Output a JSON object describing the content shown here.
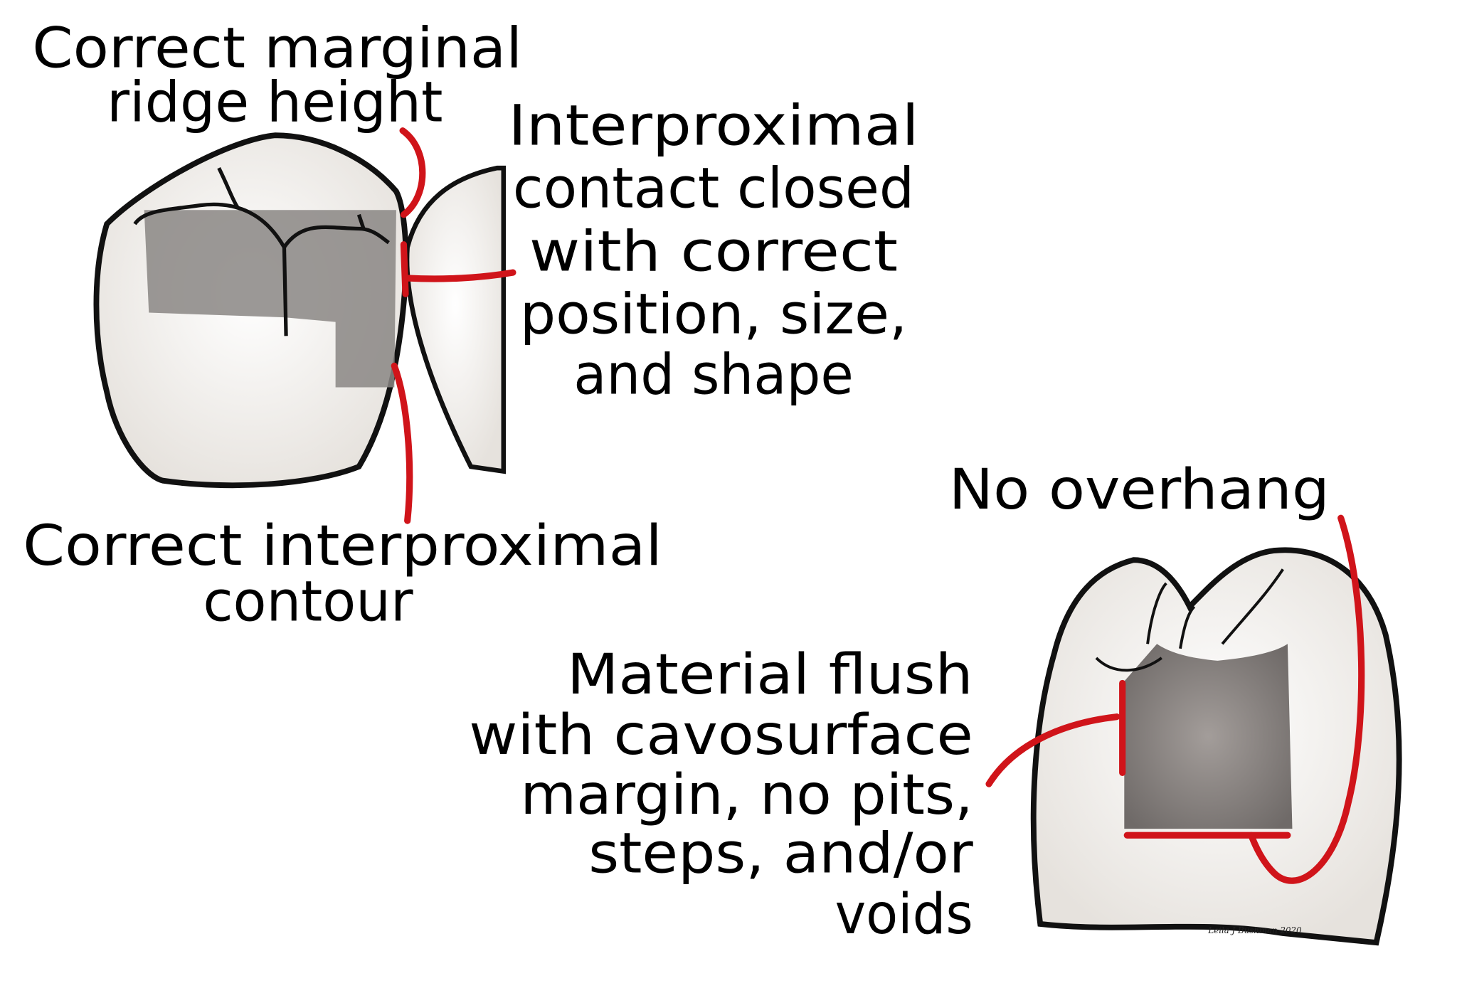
{
  "labels": {
    "marginal_ridge": [
      "Correct marginal",
      "ridge height"
    ],
    "interproximal_contact": [
      "Interproximal",
      "contact closed",
      "with correct",
      "position, size,",
      "and shape"
    ],
    "interproximal_contour": [
      "Correct interproximal",
      "contour"
    ],
    "overhang": [
      "No overhang"
    ],
    "material_flush": [
      "Material flush",
      "with cavosurface",
      "margin, no pits,",
      "steps, and/or",
      "voids"
    ]
  },
  "signature": "Leila J Bushman 2020",
  "colors": {
    "pointer": "#d0141a",
    "outline": "#111111",
    "tooth": "#f4f2ef",
    "restoration": "#8e8a88"
  }
}
